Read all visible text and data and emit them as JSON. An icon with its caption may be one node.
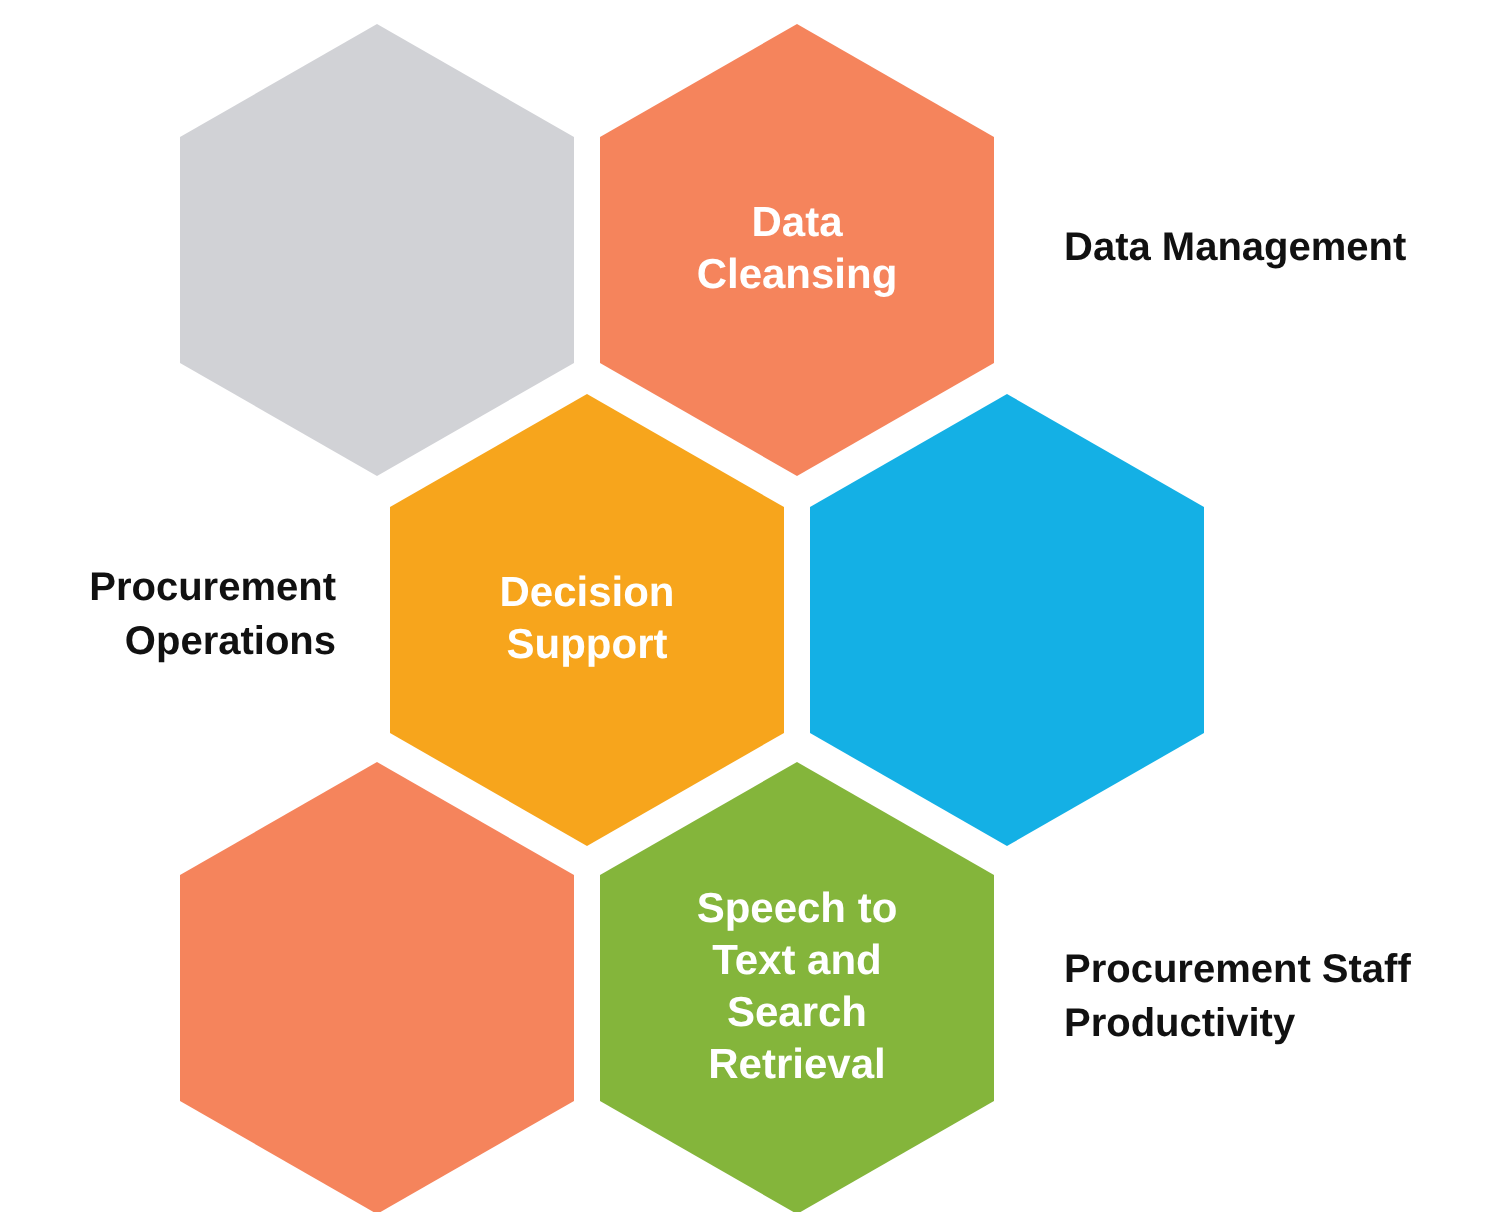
{
  "diagram": {
    "nodes": [
      {
        "text": [],
        "shape": "hexagon"
      },
      {
        "text": [
          "Data Cleansing"
        ]
      },
      {
        "text": [
          "Decision Support"
        ]
      },
      {
        "text": [],
        "shape": "hexagon"
      },
      {
        "text": [],
        "shape": "hexagon"
      },
      {
        "text": [
          "Speech to Text and Search Retrieval"
        ]
      }
    ],
    "edges": [],
    "labels": [
      "Data Management",
      "Procurement Operations",
      "Procurement Staff Productivity"
    ]
  }
}
